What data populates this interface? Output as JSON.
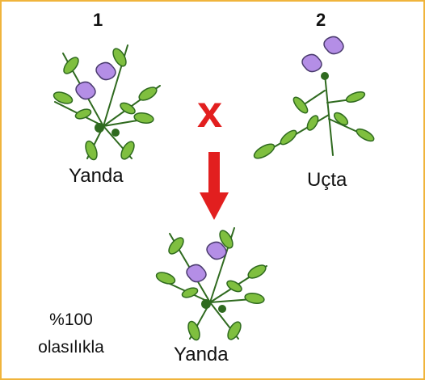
{
  "parent1": {
    "number": "1",
    "label": "Yanda"
  },
  "parent2": {
    "number": "2",
    "label": "Uçta"
  },
  "cross_symbol": "x",
  "offspring": {
    "label": "Yanda",
    "probability_line1": "%100",
    "probability_line2": "olasılıkla"
  },
  "colors": {
    "border": "#f0b43c",
    "cross": "#e21f1f",
    "arrow": "#e21f1f",
    "leaf": "#7fbf3f",
    "leaf_dark": "#2f6a1f",
    "flower": "#b48ee6",
    "flower_edge": "#4a3b6e"
  }
}
